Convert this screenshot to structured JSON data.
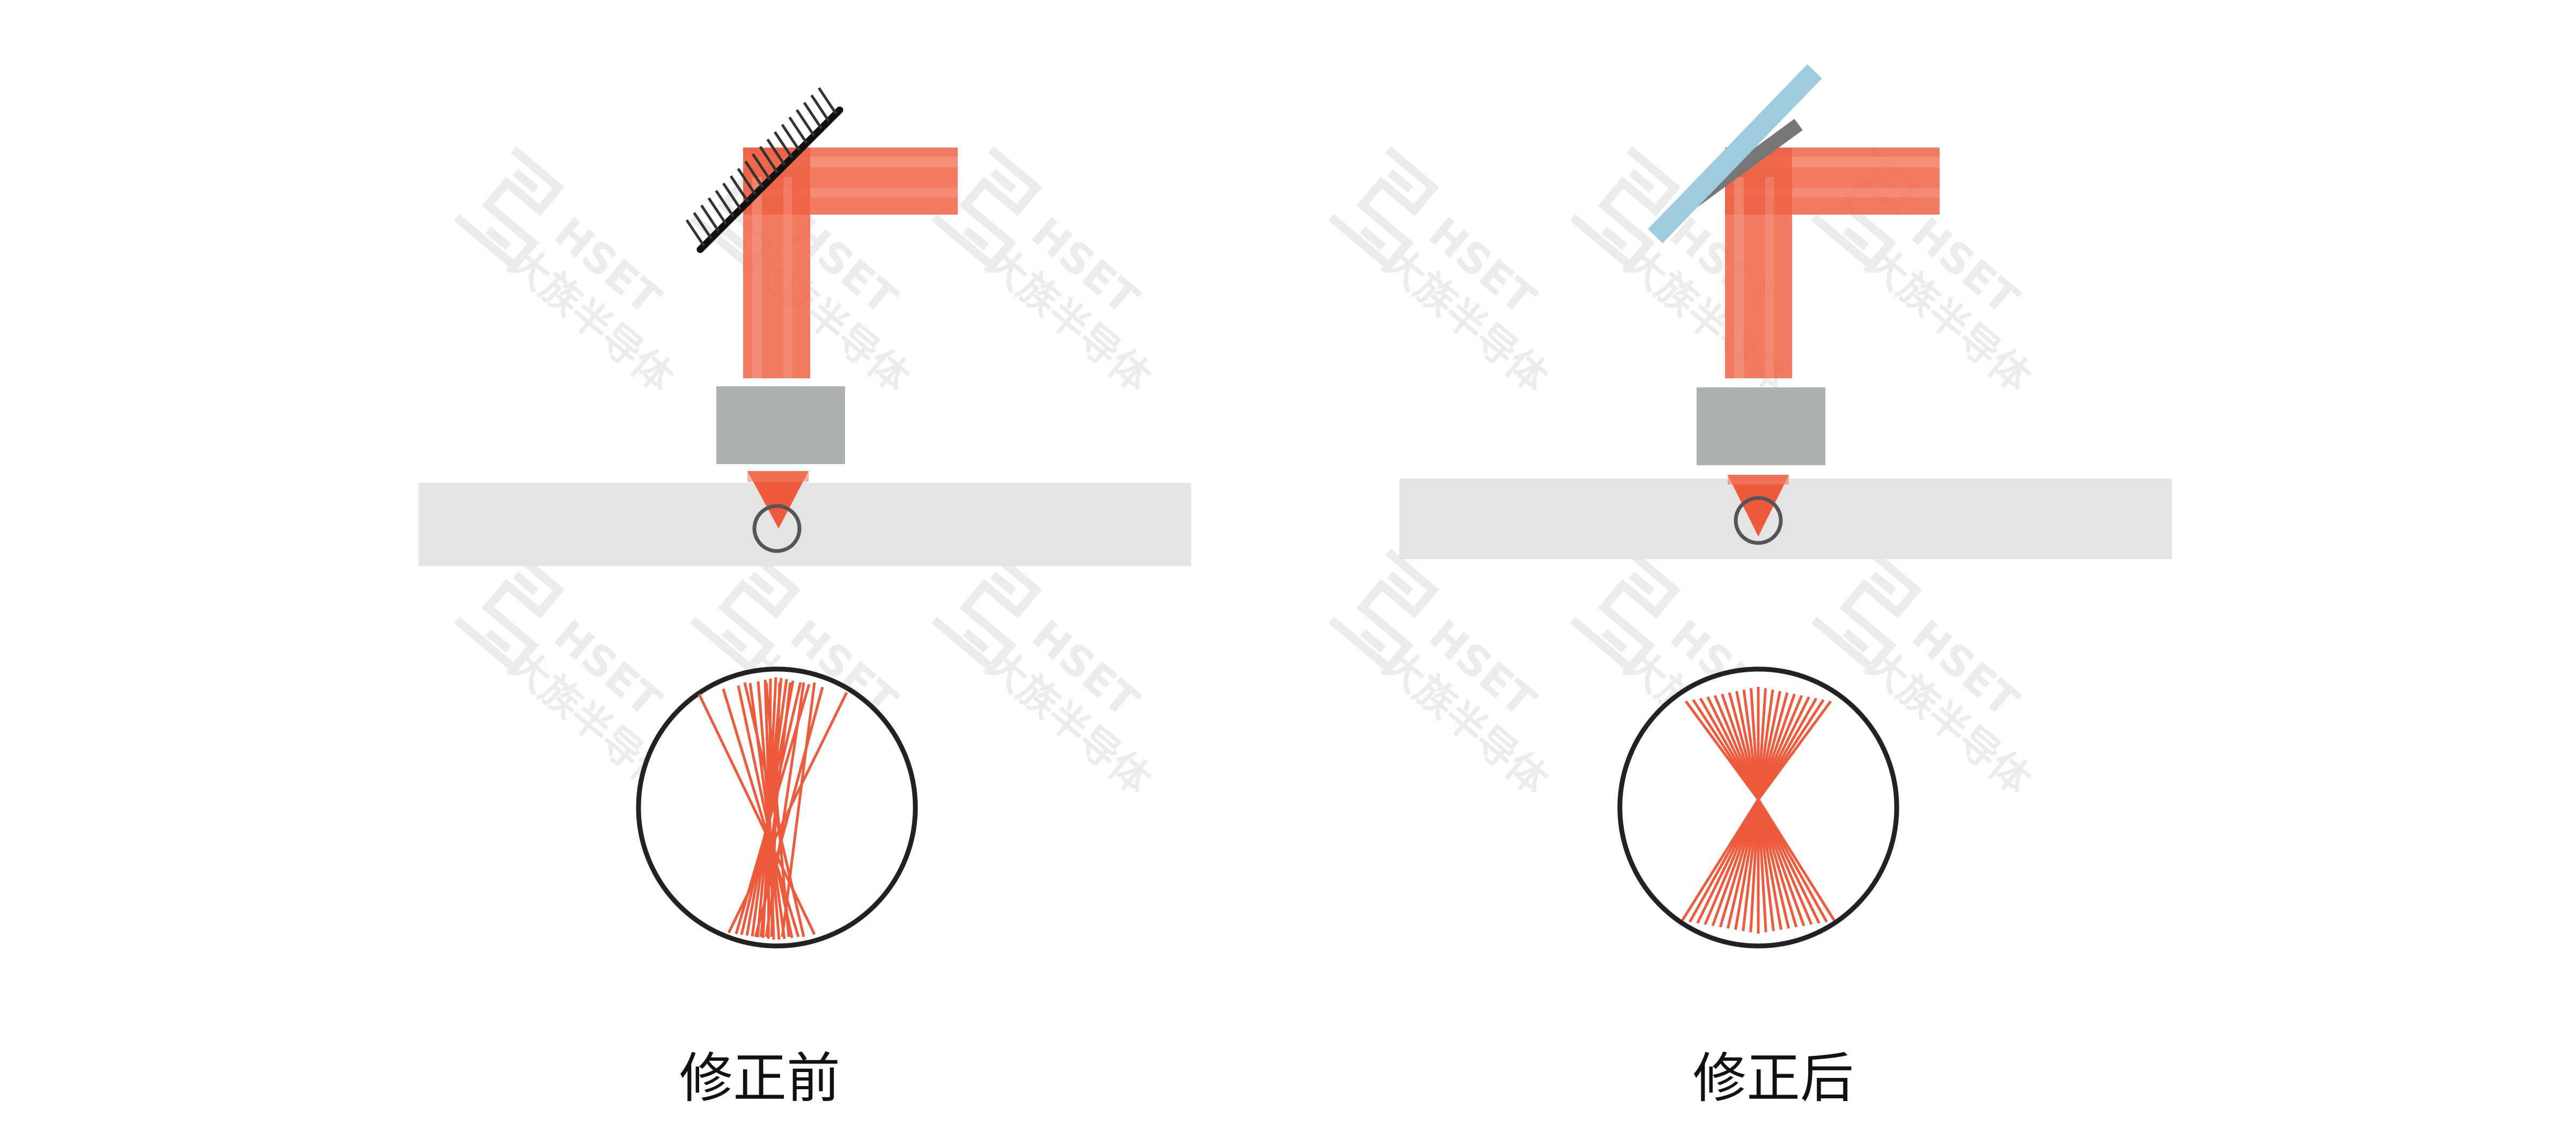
{
  "captions": {
    "before": "修正前",
    "after": "修正后"
  },
  "watermark": {
    "brand": "HSET",
    "company": "大族半导体"
  },
  "colors": {
    "beam": "#ee5a3c",
    "beam_light": "#f47d62",
    "mirror_line": "#111111",
    "mirror_glass": "#9ecbdd",
    "mirror_backing": "#777777",
    "lens": "#aeb1b1",
    "workpiece": "#e4e4e4",
    "circle": "#222222",
    "focus_marker": "#555555",
    "watermark": "#e9e9e9"
  },
  "icons": {
    "before_mirror": "hatched-mirror-icon",
    "after_mirror": "glass-mirror-icon"
  }
}
